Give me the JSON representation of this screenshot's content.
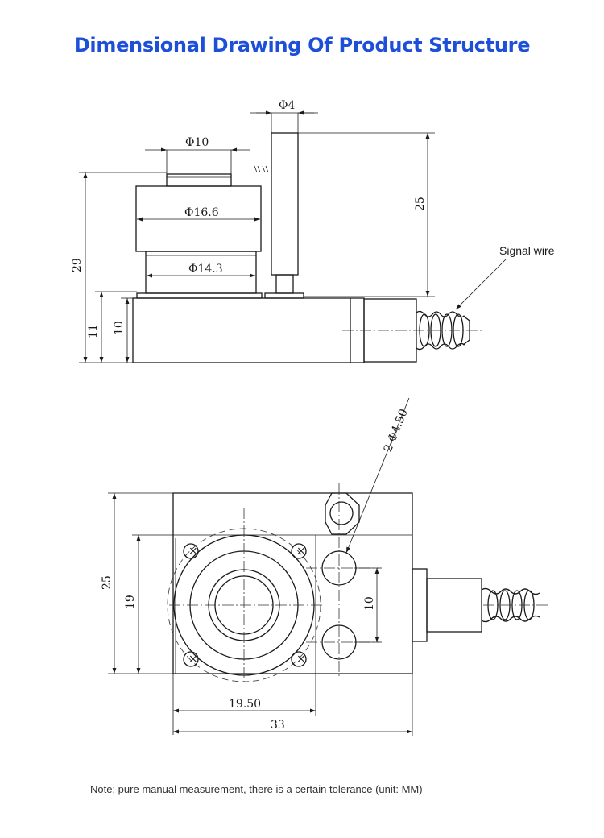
{
  "title": "Dimensional Drawing Of Product Structure",
  "note": "Note: pure manual measurement, there is a certain tolerance (unit: MM)",
  "labels": {
    "signal_wire": "Signal wire"
  },
  "dimensions": {
    "pin_diameter": "Φ4",
    "top_cap_diameter": "Φ10",
    "body_outer_diameter": "Φ16.6",
    "body_inner_diameter": "Φ14.3",
    "pin_height": "25",
    "total_height": "29",
    "base_height_11": "11",
    "base_height_10": "10",
    "mount_holes": "2-Φ4.50",
    "bottom_height": "25",
    "bottom_inner_height": "19",
    "hole_spacing": "10",
    "square_width": "19.50",
    "total_width": "33"
  },
  "colors": {
    "title": "#1e4fd8",
    "line": "#1a1a1a"
  }
}
